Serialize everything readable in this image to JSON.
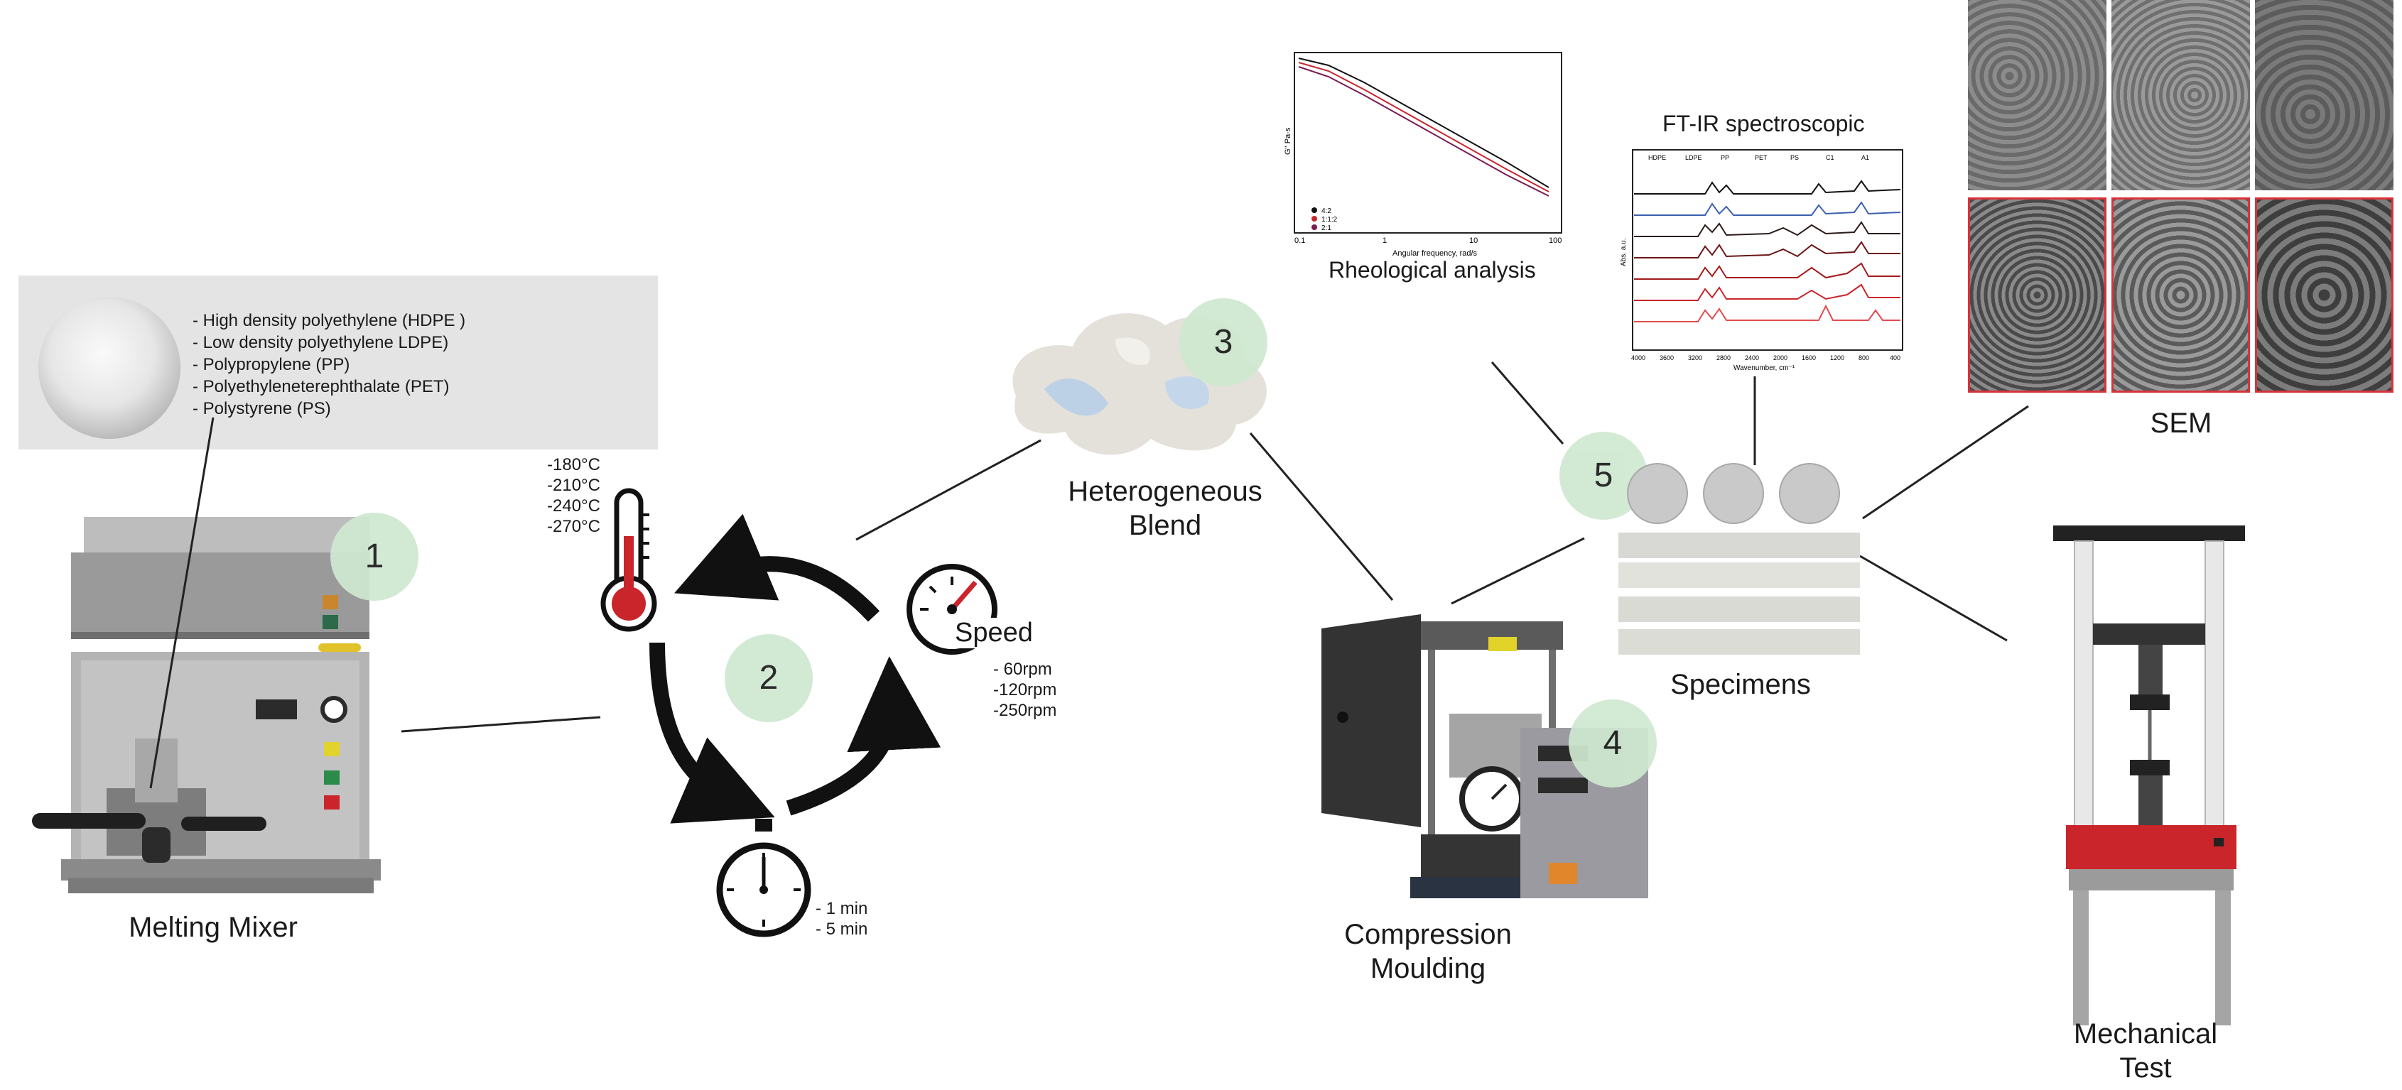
{
  "materials": {
    "items": [
      "- High density polyethylene (HDPE )",
      "- Low density polyethylene LDPE)",
      "- Polypropylene (PP)",
      "- Polyethyleneterephthalate (PET)",
      "- Polystyrene (PS)"
    ]
  },
  "steps": {
    "one": "1",
    "two": "2",
    "three": "3",
    "four": "4",
    "five": "5"
  },
  "melting_mixer": {
    "label": "Melting Mixer"
  },
  "temperature": {
    "values": [
      "-180°C",
      "-210°C",
      "-240°C",
      "-270°C"
    ]
  },
  "speed": {
    "label": "Speed",
    "values": [
      "- 60rpm",
      "-120rpm",
      "-250rpm"
    ]
  },
  "time": {
    "values": [
      "- 1 min",
      "- 5 min"
    ]
  },
  "blend": {
    "label_line1": "Heterogeneous",
    "label_line2": "Blend"
  },
  "compression": {
    "label_line1": "Compression",
    "label_line2": "Moulding"
  },
  "specimens": {
    "label": "Specimens"
  },
  "rheology": {
    "label": "Rheological analysis",
    "ylabel": "G'' Pa·s",
    "xlabel": "Angular frequency, rad/s",
    "ticks_x": [
      "0.1",
      "1",
      "10",
      "100"
    ],
    "legend": [
      "4:2",
      "1:1:2",
      "2:1"
    ]
  },
  "ftir": {
    "title": "FT-IR spectroscopic",
    "ylabel": "Abs. a.u.",
    "xlabel": "Wavenumber, cm⁻¹",
    "ticks_x": [
      "4000",
      "3600",
      "3200",
      "2800",
      "2400",
      "2000",
      "1600",
      "1200",
      "800",
      "400"
    ],
    "legend": [
      "HDPE",
      "LDPE",
      "PP",
      "PET",
      "PS",
      "C1",
      "A1"
    ]
  },
  "sem": {
    "label": "SEM"
  },
  "mechanical": {
    "label_line1": "Mechanical",
    "label_line2": "Test"
  },
  "colors": {
    "accent_green": "#cfe8d0",
    "machine_red": "#c9252b",
    "sem_border": "#d9323a",
    "arrow": "#111111"
  }
}
